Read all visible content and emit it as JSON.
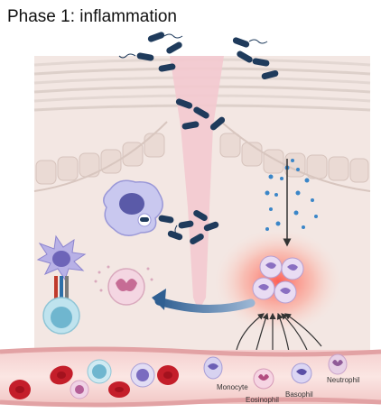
{
  "title": "Phase 1: inflammation",
  "cell_labels": {
    "monocyte": "Monocyte",
    "eosinophil": "Eosinophil",
    "basophil": "Basophil",
    "neutrophil": "Neutrophil"
  },
  "colors": {
    "tissue": "#f3e7e3",
    "wound": "#f3c9cf",
    "bacteria": "#1f3b5c",
    "vessel_wall": "#e9a9ac",
    "rbc": "#c41e2a",
    "inflammation_glow": "#ff5a4e",
    "arrow_blue": "#3a6a9c",
    "cytokine_dots": "#3a86c8"
  }
}
